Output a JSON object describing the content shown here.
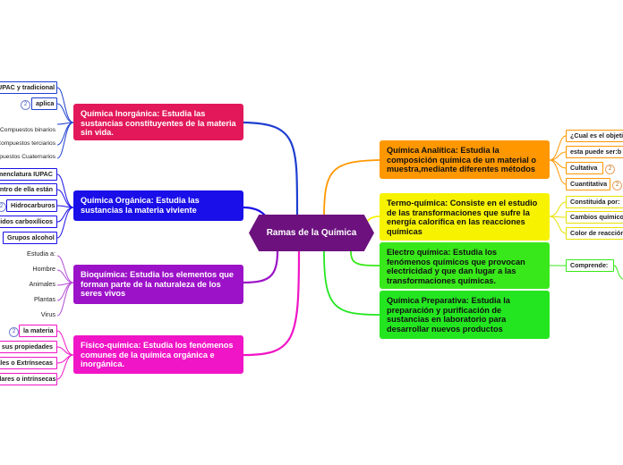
{
  "center": "Ramas de la Química",
  "colors": {
    "center": "#6c117e",
    "inorganica": "#e2185a",
    "organica": "#1a0fe8",
    "bioquimica": "#9c12c8",
    "fisico": "#f015c6",
    "analitica": "#ff9700",
    "termo": "#f7f300",
    "electro": "#38e81a",
    "preparativa": "#24e620"
  },
  "left": {
    "inorganica": {
      "label": "Química Inorgánica: Estudia las sustancias constituyentes de la materia sin vida.",
      "children": [
        "IUPAC y tradicional",
        "aplica",
        "Compuestos binarios",
        "Compuestos terciarios",
        "Compuestos Cuaternarios"
      ],
      "badge": "2"
    },
    "organica": {
      "label": "Química Orgánica: Estudia las sustancias la materia viviente",
      "children": [
        "Nomenclatura IUPAC",
        "Dentro de ella están",
        "Hidrocarburos",
        "Ácidos carboxílicos",
        "Grupos alcohol"
      ],
      "badge": "2"
    },
    "bioquimica": {
      "label": "Bioquímica: Estudia los elementos que forman parte de la naturaleza de los seres vivos",
      "children": [
        "Estudia a:",
        "Hombre",
        "Animales",
        "Plantas",
        "Virus"
      ]
    },
    "fisico": {
      "label": "Físico-química: Estudia los fenómenos comunes de la química orgánica e inorgánica.",
      "children": [
        "la materia",
        "sus propiedades",
        "Generales o Extrínsecas",
        "Particulares o intrínsecas"
      ],
      "badge": "2"
    }
  },
  "right": {
    "analitica": {
      "label": "Química Analítica: Estudia la composición química de un material o muestra,mediante diferentes métodos",
      "children": [
        "¿Cual es el objetivo?",
        "esta puede ser:b",
        "Cultativa",
        "Cuantitativa"
      ],
      "badges": [
        "2",
        "2"
      ]
    },
    "termo": {
      "label": "Termo-química: Consiste en el estudio de las transformaciones que sufre la energía calorífica en las reacciones químicas",
      "children": [
        "Constituida por:",
        "Cambios químicos",
        "Color de reacción"
      ]
    },
    "electro": {
      "label": "Electro química: Estudia los fenómenos químicos que provocan electricidad y que dan lugar a las transformaciones químicas.",
      "children": [
        "Comprende:"
      ]
    },
    "preparativa": {
      "label": "Química Preparativa: Estudia la preparación y purificación de sustancias en laboratorio para desarrollar nuevos productos"
    }
  }
}
